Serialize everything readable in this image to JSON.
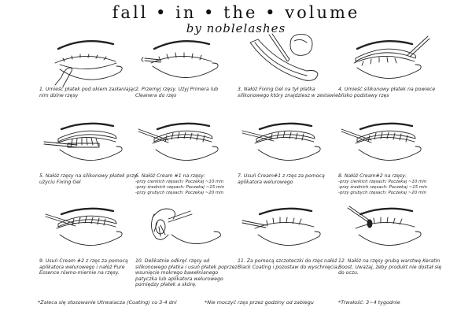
{
  "header": {
    "title": "fall • in • the • volume",
    "subtitle": "by noblelashes"
  },
  "steps": [
    {
      "text": "1. Umieść płatek pod okiem zasłaniając nim dolne rzęsy",
      "sub": []
    },
    {
      "text": "2. Przemyj rzęsy. Użyj Primera lub Cleanera do rzęs",
      "sub": []
    },
    {
      "text": "3. Nałóż Fixing Gel na tył płatka silikonowego który znajdziesz w zestawie",
      "sub": []
    },
    {
      "text": "4. Umieść silikonowy płatek na powiece blisko podstawy rzęs",
      "sub": []
    },
    {
      "text": "5. Nałóż rzęsy na silikonowy płatek przy użyciu Fixing Gel",
      "sub": []
    },
    {
      "text": "6. Nałóż Cream #1 na rzęsy:",
      "sub": [
        "-przy cienkich rzęsach: Poczekaj ~10 min",
        "-przy średnich rzęsach: Poczekaj ~15 min",
        "-przy grubych rzęsach: Poczekaj ~20 min"
      ]
    },
    {
      "text": "7. Usuń Cream#1 z rzęs za pomocą aplikatora welurowego",
      "sub": []
    },
    {
      "text": "8. Nałóż Cream#2 na rzęsy:",
      "sub": [
        "-przy cienkich rzęsach: Poczekaj ~10 min",
        "-przy średnich rzęsach: Poczekaj ~15 min",
        "-przy grubych rzęsach: Poczekaj ~20 min"
      ]
    },
    {
      "text": "9. Usuń Cream #2 z rzęs za pomocą aplikatora welurowego i nałóż Pure Essence równo-miernie na rzęsy.",
      "sub": []
    },
    {
      "text": "10. Delikatnie odkręć rzęsy od silikonowego płatka i usuń płatek poprzez wsunięcie mokrego bawełnianego patyczka lub aplikatora welurowego pomiędzy płatek a skórę.",
      "sub": []
    },
    {
      "text": "11. Za pomocą szczoteczki do rzęs nałóż Black Coating i pozostaw do wyschnięcia.",
      "sub": []
    },
    {
      "text": "12. Nałóż na rzęsy grubą warstwę Keratin Boost. Uważaj, żeby produkt nie dostał się do oczu.",
      "sub": []
    }
  ],
  "footer": {
    "note1": "*Zaleca się stosowanie Utrwalacza (Coating) co 3-4 dni",
    "note2": "*Nie moczyć rzęs przez godziny od zabiegu",
    "note3": "*Trwałość: 3~4 tygodnie"
  }
}
